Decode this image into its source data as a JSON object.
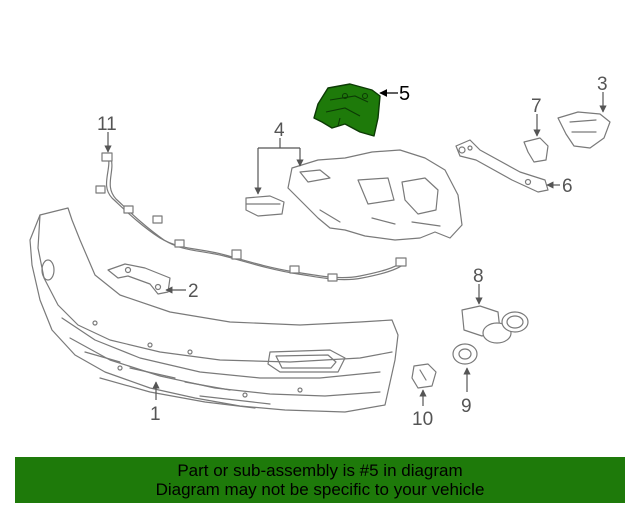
{
  "callouts": {
    "c1": "1",
    "c2": "2",
    "c3": "3",
    "c4": "4",
    "c5": "5",
    "c6": "6",
    "c7": "7",
    "c8": "8",
    "c9": "9",
    "c10": "10",
    "c11": "11"
  },
  "highlight_part": "5",
  "colors": {
    "highlight": "#1e7a0a",
    "line": "#7a7a7a",
    "banner": "#1e7a0a"
  },
  "banner": {
    "line1": "Part or sub-assembly is #5 in diagram",
    "line2": "Diagram may not be specific to your vehicle"
  }
}
